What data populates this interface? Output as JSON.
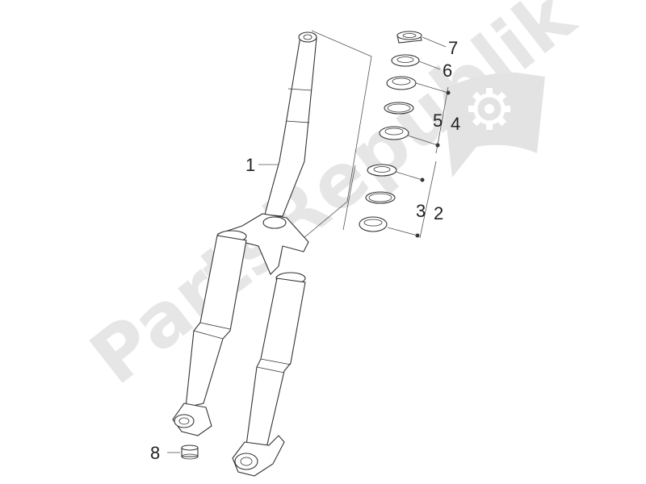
{
  "watermark": {
    "text": "PartsRepublik"
  },
  "callouts": [
    {
      "id": "1",
      "label": "1"
    },
    {
      "id": "2",
      "label": "2"
    },
    {
      "id": "3",
      "label": "3"
    },
    {
      "id": "4",
      "label": "4"
    },
    {
      "id": "5",
      "label": "5"
    },
    {
      "id": "6",
      "label": "6"
    },
    {
      "id": "7",
      "label": "7"
    },
    {
      "id": "8",
      "label": "8"
    }
  ],
  "colors": {
    "line": "#333333",
    "watermark": "#e6e6e6",
    "background": "#ffffff"
  },
  "icons": [
    "gear-icon"
  ]
}
